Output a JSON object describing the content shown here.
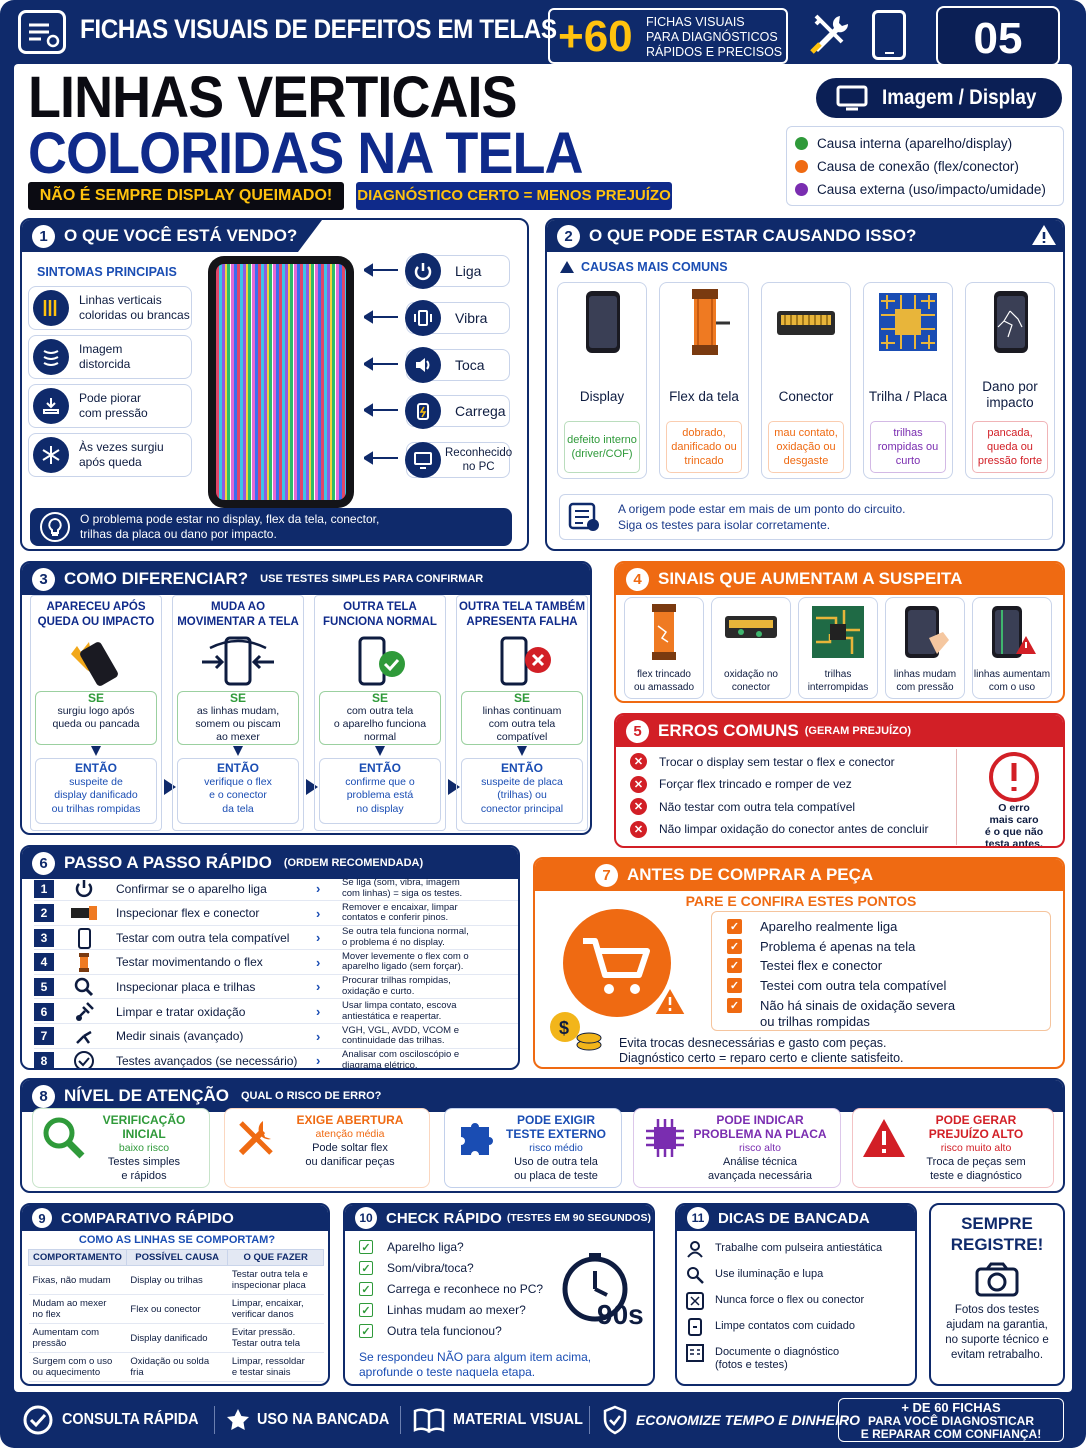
{
  "header": {
    "title": "FICHAS VISUAIS DE DEFEITOS EM TELAS",
    "count": "+60",
    "count_text": [
      "FICHAS VISUAIS",
      "PARA DIAGNÓSTICOS",
      "RÁPIDOS E PRECISOS"
    ],
    "sheet_number": "05"
  },
  "hero": {
    "title_line1": "LINHAS VERTICAIS",
    "title_line2": "COLORIDAS NA TELA",
    "tag_yellow": "NÃO É SEMPRE DISPLAY QUEIMADO!",
    "tag_blue": "DIAGNÓSTICO CERTO = MENOS PREJUÍZO",
    "category": "Imagem / Display"
  },
  "legend": [
    {
      "label": "Causa interna (aparelho/display)",
      "color": "#2f9a3a"
    },
    {
      "label": "Causa de conexão (flex/conector)",
      "color": "#ef6a12"
    },
    {
      "label": "Causa externa (uso/impacto/umidade)",
      "color": "#7a2db0"
    }
  ],
  "s1": {
    "num": "1",
    "title": "O QUE VOCÊ ESTÁ VENDO?",
    "symptoms_title": "SINTOMAS PRINCIPAIS",
    "symptoms": [
      {
        "line1": "Linhas verticais",
        "line2": "coloridas ou brancas",
        "icon": "lines-icon"
      },
      {
        "line1": "Imagem",
        "line2": "distorcida",
        "icon": "distorted-icon"
      },
      {
        "line1": "Pode piorar",
        "line2": "com pressão",
        "icon": "pressure-icon"
      },
      {
        "line1": "Às vezes surgiu",
        "line2": "após queda",
        "icon": "snowflake-icon"
      }
    ],
    "functions": [
      {
        "label": "Liga",
        "icon": "power-icon"
      },
      {
        "label": "Vibra",
        "icon": "vibrate-icon"
      },
      {
        "label": "Toca",
        "icon": "speaker-icon"
      },
      {
        "label": "Carrega",
        "icon": "battery-icon"
      },
      {
        "label": "Reconhecido",
        "label2": "no PC",
        "icon": "monitor-icon"
      }
    ],
    "tip": [
      "O problema pode estar no display, flex da tela, conector,",
      "trilhas da placa ou dano por impacto."
    ]
  },
  "s2": {
    "num": "2",
    "title": "O QUE PODE ESTAR CAUSANDO ISSO?",
    "subtitle": "CAUSAS MAIS COMUNS",
    "causes": [
      {
        "name": "Display",
        "desc": [
          "defeito interno",
          "(driver/COF)"
        ],
        "color": "#2f9a3a"
      },
      {
        "name": "Flex da tela",
        "desc": [
          "dobrado,",
          "danificado ou",
          "trincado"
        ],
        "color": "#ef6a12"
      },
      {
        "name": "Conector",
        "desc": [
          "mau contato,",
          "oxidação ou",
          "desgaste"
        ],
        "color": "#ef6a12"
      },
      {
        "name": "Trilha / Placa",
        "desc": [
          "trilhas",
          "rompidas ou",
          "curto"
        ],
        "color": "#7a2db0"
      },
      {
        "name": "Dano por",
        "name2": "impacto",
        "desc": [
          "pancada,",
          "queda ou",
          "pressão forte"
        ],
        "color": "#d21f26"
      }
    ],
    "note": [
      "A origem pode estar em mais de um ponto do circuito.",
      "Siga os testes para isolar corretamente."
    ]
  },
  "s3": {
    "num": "3",
    "title": "COMO DIFERENCIAR?",
    "subtitle": "USE TESTES SIMPLES PARA CONFIRMAR",
    "cols": [
      {
        "head": [
          "APARECEU APÓS",
          "QUEDA OU IMPACTO"
        ],
        "se": "SE",
        "se_text": [
          "surgiu logo após",
          "queda ou pancada"
        ],
        "then": "ENTÃO",
        "then_text": [
          "suspeite de",
          "display danificado",
          "ou trilhas rompidas"
        ]
      },
      {
        "head": [
          "MUDA AO",
          "MOVIMENTAR A TELA"
        ],
        "se": "SE",
        "se_text": [
          "as linhas mudam,",
          "somem ou piscam",
          "ao mexer"
        ],
        "then": "ENTÃO",
        "then_text": [
          "verifique o flex",
          "e o conector",
          "da tela"
        ]
      },
      {
        "head": [
          "OUTRA TELA",
          "FUNCIONA NORMAL"
        ],
        "se": "SE",
        "se_text": [
          "com outra tela",
          "o aparelho funciona",
          "normal"
        ],
        "then": "ENTÃO",
        "then_text": [
          "confirme que o",
          "problema está",
          "no display"
        ]
      },
      {
        "head": [
          "OUTRA TELA TAMBÉM",
          "APRESENTA FALHA"
        ],
        "se": "SE",
        "se_text": [
          "linhas continuam",
          "com outra tela",
          "compatível"
        ],
        "then": "ENTÃO",
        "then_text": [
          "suspeite de placa",
          "(trilhas) ou",
          "conector principal"
        ]
      }
    ]
  },
  "s4": {
    "num": "4",
    "title": "SINAIS QUE AUMENTAM A SUSPEITA",
    "items": [
      [
        "flex trincado",
        "ou amassado"
      ],
      [
        "oxidação no",
        "conector"
      ],
      [
        "trilhas",
        "interrompidas"
      ],
      [
        "linhas mudam",
        "com pressão"
      ],
      [
        "linhas aumentam",
        "com o uso"
      ]
    ]
  },
  "s5": {
    "num": "5",
    "title": "ERROS COMUNS",
    "subtitle": "(GERAM PREJUÍZO)",
    "items": [
      "Trocar o display sem testar o flex e conector",
      "Forçar flex trincado e romper de vez",
      "Não testar com outra tela compatível",
      "Não limpar oxidação do conector antes de concluir"
    ],
    "side": [
      "O erro",
      "mais caro",
      "é o que não",
      "testa antes."
    ]
  },
  "s6": {
    "num": "6",
    "title": "PASSO A PASSO RÁPIDO",
    "subtitle": "(ORDEM RECOMENDADA)",
    "steps": [
      {
        "n": "1",
        "label": "Confirmar se o aparelho liga",
        "detail": [
          "Se liga (som, vibra, imagem",
          "com linhas) = siga os testes."
        ]
      },
      {
        "n": "2",
        "label": "Inspecionar flex e conector",
        "detail": [
          "Remover e encaixar, limpar",
          "contatos e conferir pinos."
        ]
      },
      {
        "n": "3",
        "label": "Testar com outra tela compatível",
        "detail": [
          "Se outra tela funciona normal,",
          "o problema é no display."
        ]
      },
      {
        "n": "4",
        "label": "Testar movimentando o flex",
        "detail": [
          "Mover levemente o flex com o",
          "aparelho ligado (sem forçar)."
        ]
      },
      {
        "n": "5",
        "label": "Inspecionar placa e trilhas",
        "detail": [
          "Procurar trilhas rompidas,",
          "oxidação e curto."
        ]
      },
      {
        "n": "6",
        "label": "Limpar e tratar oxidação",
        "detail": [
          "Usar limpa contato, escova",
          "antiestática e reapertar."
        ]
      },
      {
        "n": "7",
        "label": "Medir sinais (avançado)",
        "detail": [
          "VGH, VGL, AVDD, VCOM e",
          "continuidade das trilhas."
        ]
      },
      {
        "n": "8",
        "label": "Testes avançados (se necessário)",
        "detail": [
          "Analisar com osciloscópio e",
          "diagrama elétrico."
        ]
      }
    ]
  },
  "s7": {
    "num": "7",
    "title": "ANTES DE COMPRAR A PEÇA",
    "subtitle": "PARE E CONFIRA ESTES PONTOS",
    "checks": [
      "Aparelho realmente liga",
      "Problema é apenas na tela",
      "Testei flex e conector",
      "Testei com outra tela compatível",
      "Não há sinais de oxidação severa"
    ],
    "check_extra": "ou trilhas rompidas",
    "footer": [
      "Evita trocas desnecessárias e gasto com peças.",
      "Diagnóstico certo = reparo certo e cliente satisfeito."
    ]
  },
  "s8": {
    "num": "8",
    "title": "NÍVEL DE ATENÇÃO",
    "subtitle": "QUAL O RISCO DE ERRO?",
    "levels": [
      {
        "t1": "VERIFICAÇÃO",
        "t2": "INICIAL",
        "risk": "baixo risco",
        "d1": "Testes simples",
        "d2": "e rápidos",
        "color": "#2f9a3a"
      },
      {
        "t1": "EXIGE ABERTURA",
        "t2": "",
        "risk": "atenção média",
        "d1": "Pode soltar flex",
        "d2": "ou danificar peças",
        "color": "#ef6a12"
      },
      {
        "t1": "PODE EXIGIR",
        "t2": "TESTE EXTERNO",
        "risk": "risco médio",
        "d1": "Uso de outra tela",
        "d2": "ou placa de teste",
        "color": "#1a4db3"
      },
      {
        "t1": "PODE INDICAR",
        "t2": "PROBLEMA NA PLACA",
        "risk": "risco alto",
        "d1": "Análise técnica",
        "d2": "avançada necessária",
        "color": "#7a2db0"
      },
      {
        "t1": "PODE GERAR",
        "t2": "PREJUÍZO ALTO",
        "risk": "risco muito alto",
        "d1": "Troca de peças sem",
        "d2": "teste e diagnóstico",
        "color": "#d21f26"
      }
    ]
  },
  "s9": {
    "num": "9",
    "title": "COMPARATIVO RÁPIDO",
    "subtitle": "COMO AS LINHAS SE COMPORTAM?",
    "headers": [
      "COMPORTAMENTO",
      "POSSÍVEL CAUSA",
      "O QUE FAZER"
    ],
    "rows": [
      [
        [
          "Fixas, não mudam"
        ],
        [
          "Display ou trilhas"
        ],
        [
          "Testar outra tela e",
          "inspecionar placa"
        ]
      ],
      [
        [
          "Mudam ao mexer",
          "no flex"
        ],
        [
          "Flex ou conector"
        ],
        [
          "Limpar, encaixar,",
          "verificar danos"
        ]
      ],
      [
        [
          "Aumentam com",
          "pressão"
        ],
        [
          "Display danificado"
        ],
        [
          "Evitar pressão.",
          "Testar outra tela"
        ]
      ],
      [
        [
          "Surgem com o uso",
          "ou aquecimento"
        ],
        [
          "Oxidação ou solda fria"
        ],
        [
          "Limpar, ressoldar",
          "e testar sinais"
        ]
      ]
    ]
  },
  "s10": {
    "num": "10",
    "title": "CHECK RÁPIDO",
    "subtitle": "(TESTES EM 90 SEGUNDOS)",
    "items": [
      "Aparelho liga?",
      "Som/vibra/toca?",
      "Carrega e reconhece no PC?",
      "Linhas mudam ao mexer?",
      "Outra tela funcionou?"
    ],
    "timer": "90s",
    "note": [
      "Se respondeu NÃO para algum item acima,",
      "aprofunde o teste naquela etapa."
    ]
  },
  "s11": {
    "num": "11",
    "title": "DICAS DE BANCADA",
    "tips": [
      {
        "t": [
          "Trabalhe com pulseira antiestática"
        ],
        "icon": "wrist-strap-icon"
      },
      {
        "t": [
          "Use iluminação e lupa"
        ],
        "icon": "magnifier-icon"
      },
      {
        "t": [
          "Nunca force o flex ou conector"
        ],
        "icon": "no-force-icon"
      },
      {
        "t": [
          "Limpe contatos com cuidado"
        ],
        "icon": "clean-icon"
      },
      {
        "t": [
          "Documente o diagnóstico",
          "(fotos e testes)"
        ],
        "icon": "document-icon"
      }
    ]
  },
  "record": {
    "title1": "SEMPRE",
    "title2": "REGISTRE!",
    "text": [
      "Fotos dos testes",
      "ajudam na garantia,",
      "no suporte técnico e",
      "evitam retrabalho."
    ]
  },
  "footer": {
    "items": [
      "CONSULTA RÁPIDA",
      "USO NA BANCADA",
      "MATERIAL VISUAL",
      "ECONOMIZE TEMPO E DINHEIRO"
    ],
    "right": [
      "+ DE 60 FICHAS",
      "PARA VOCÊ DIAGNOSTICAR",
      "E REPARAR COM CONFIANÇA!"
    ]
  }
}
